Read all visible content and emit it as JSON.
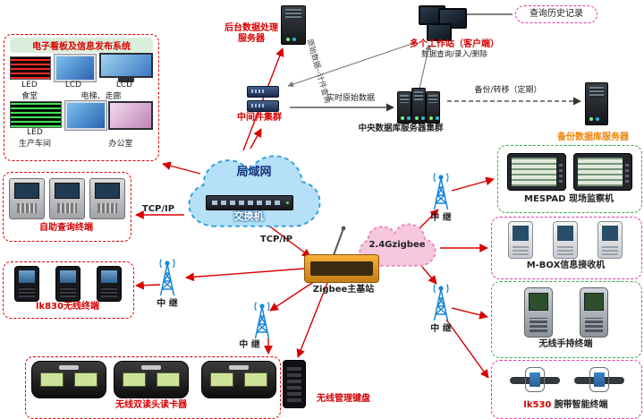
{
  "eboard": {
    "title": "电子看板及信息发布系统",
    "row1_labels": [
      "LED",
      "LCD",
      "LCD"
    ],
    "row1_captions": [
      "食堂",
      "电梯、走廊"
    ],
    "row2_labels": [
      "LED"
    ],
    "row2_captions": [
      "生产车间",
      "办公室"
    ]
  },
  "backend": {
    "label": "后台数据处理服务器"
  },
  "workstations": {
    "label": "多个工作站（客户端）",
    "sub": "数据查询/录入/删除"
  },
  "history": {
    "label": "查询历史记录"
  },
  "middleware": {
    "label": "中间件集群"
  },
  "flows": {
    "realtime": "实时原始数据",
    "raw_query": "原始数据--计件查询",
    "backup_transfer": "备份/转移（定期）"
  },
  "central_db": {
    "label": "中央数据库服务器集群"
  },
  "backup_db": {
    "label": "备份数据库服务器"
  },
  "lan": {
    "label": "局域网",
    "switch_label": "交换机",
    "tcpip_left": "TCP/IP",
    "tcpip_bottom": "TCP/IP"
  },
  "zigbee": {
    "cloud_label": "2.4Gzigbee",
    "base_label": "Zigbee主基站"
  },
  "relay_label": "中 继",
  "kiosk": {
    "label": "自助查询终端"
  },
  "lk830": {
    "label": "lk830无线终端"
  },
  "mespad": {
    "label": "MESPAD 现场监察机"
  },
  "mbox": {
    "label": "M-BOX信息接收机"
  },
  "handheld": {
    "label": "无线手持终端"
  },
  "lk530": {
    "model": "lk530",
    "label": "腕带智能终端"
  },
  "reader": {
    "label": "无线双读头读卡器"
  },
  "keyboard": {
    "label": "无线管理键盘"
  },
  "colors": {
    "red": "#d80000",
    "orange": "#f08300",
    "green": "#2fae4a",
    "pink": "#e637a8",
    "blue": "#1585d8"
  }
}
